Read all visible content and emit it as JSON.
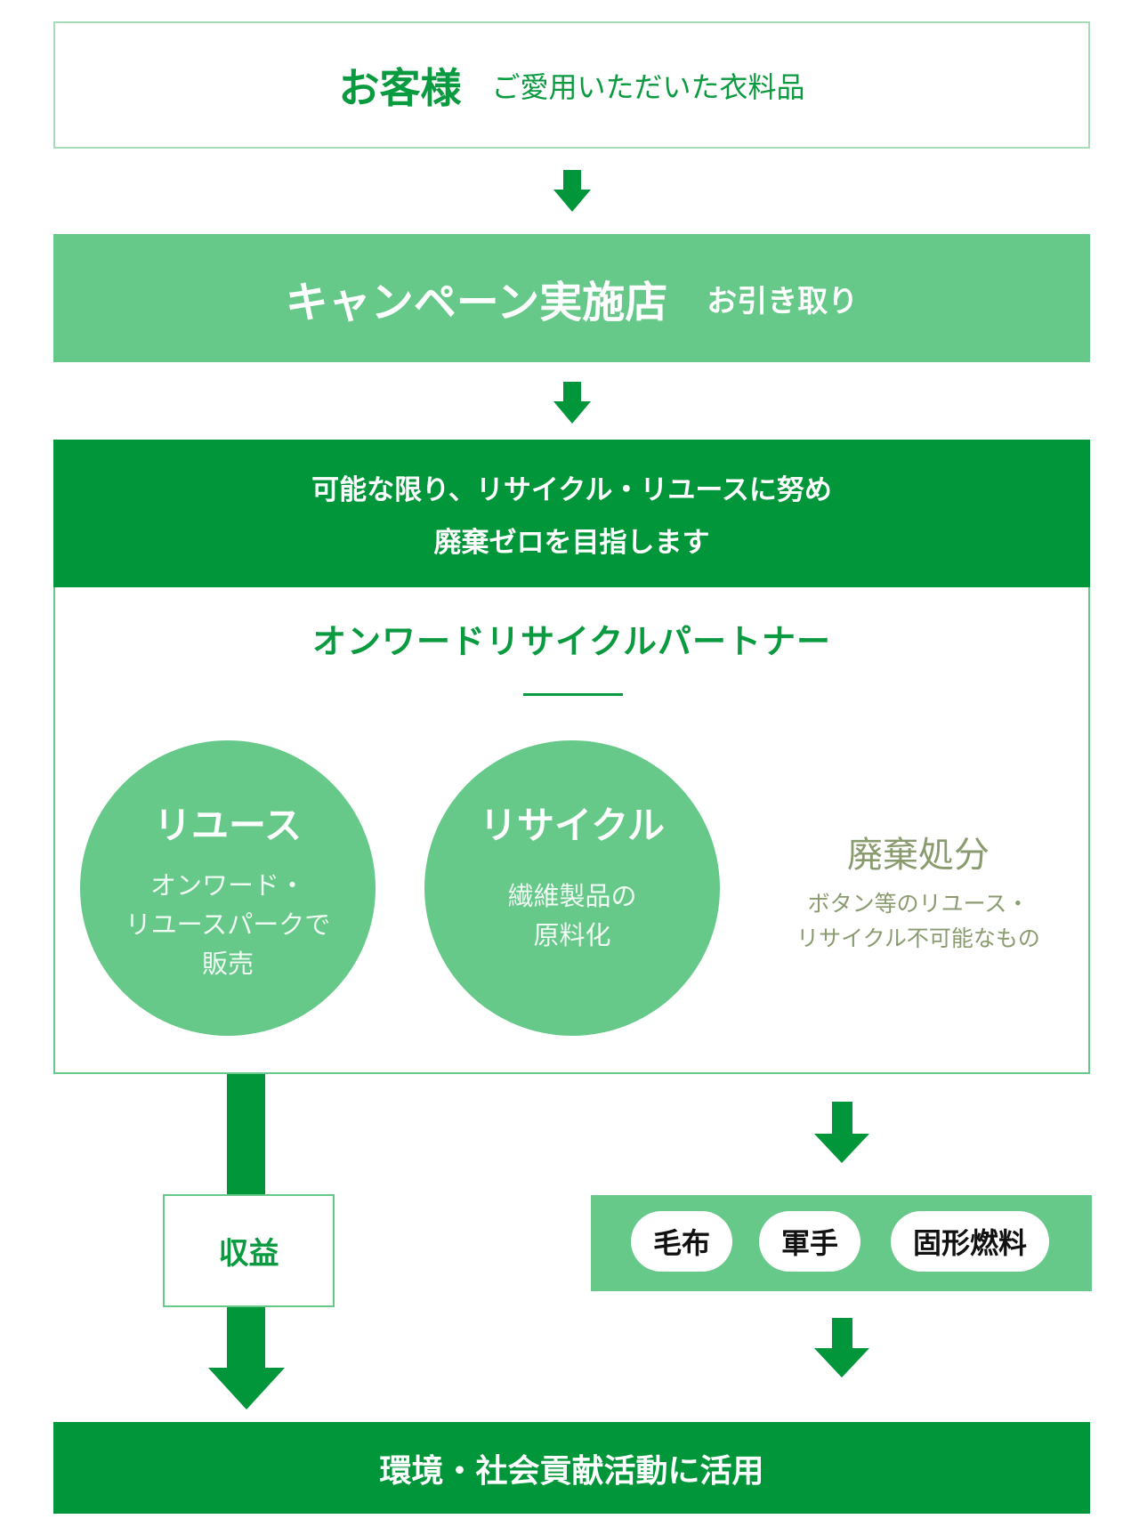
{
  "customer": {
    "title": "お客様",
    "subtitle": "ご愛用いただいた衣料品"
  },
  "store": {
    "title": "キャンペーン実施店",
    "subtitle": "お引き取り"
  },
  "goal": {
    "line1": "可能な限り、リサイクル・リユースに努め",
    "line2": "廃棄ゼロを目指します"
  },
  "partner": {
    "title": "オンワードリサイクルパートナー",
    "reuse": {
      "title": "リユース",
      "lines": [
        "オンワード・",
        "リユースパークで",
        "販売"
      ]
    },
    "recycle": {
      "title": "リサイクル",
      "lines": [
        "繊維製品の",
        "原料化"
      ]
    },
    "disposal": {
      "title": "廃棄処分",
      "lines": [
        "ボタン等のリユース・",
        "リサイクル不可能なもの"
      ]
    }
  },
  "revenue": {
    "label": "収益"
  },
  "products": [
    "毛布",
    "軍手",
    "固形燃料"
  ],
  "result": {
    "label": "環境・社会貢献活動に活用"
  },
  "colors": {
    "dark_green": "#009639",
    "light_green": "#66c98a",
    "text_green": "#0a9a3f",
    "muted": "#8b9b70"
  }
}
